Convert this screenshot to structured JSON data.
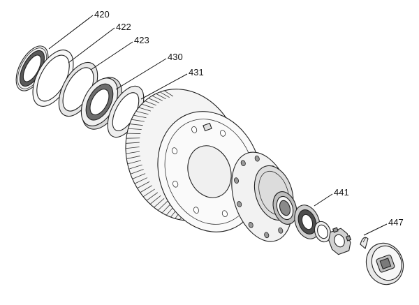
{
  "callouts": [
    {
      "id": "420",
      "label": "420"
    },
    {
      "id": "422",
      "label": "422"
    },
    {
      "id": "423",
      "label": "423"
    },
    {
      "id": "430",
      "label": "430"
    },
    {
      "id": "431",
      "label": "431"
    },
    {
      "id": "441",
      "label": "441"
    },
    {
      "id": "447",
      "label": "447"
    }
  ],
  "colors": {
    "ink": "#222222",
    "background": "#ffffff",
    "shade_light": "#eeeeee",
    "shade_mid": "#cfcfcf",
    "shade_dark": "#8a8a8a"
  }
}
